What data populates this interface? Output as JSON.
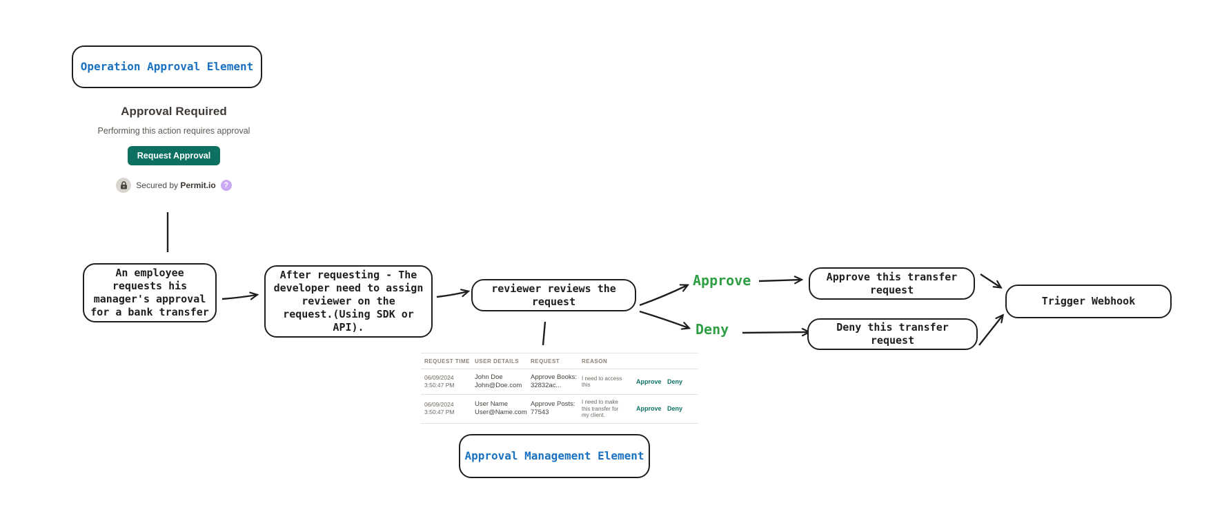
{
  "colors": {
    "accent_blue": "#1971c2",
    "accent_green": "#2f9e44",
    "stroke": "#1e1e1e",
    "button_teal": "#0d7061",
    "link_teal": "#0b7265",
    "help_purple": "#c9a9f2"
  },
  "labels": {
    "operation_element": "Operation Approval Element",
    "management_element": "Approval Management Element"
  },
  "widget": {
    "title": "Approval Required",
    "subtitle": "Performing this action requires approval",
    "button_label": "Request Approval",
    "secured_prefix": "Secured by",
    "secured_brand": "Permit.io",
    "help_glyph": "?"
  },
  "flow": {
    "box_employee": "An employee\nrequests his\nmanager's approval\nfor a bank transfer",
    "box_developer": "After requesting - The\ndeveloper need to assign\nreviewer on the\nrequest.(Using SDK or\nAPI).",
    "box_reviewer": "reviewer reviews the\nrequest",
    "label_approve": "Approve",
    "label_deny": "Deny",
    "box_approve": "Approve this transfer\nrequest",
    "box_deny": "Deny this transfer\nrequest",
    "box_webhook": "Trigger Webhook"
  },
  "table": {
    "headers": [
      "REQUEST TIME",
      "USER DETAILS",
      "REQUEST",
      "REASON"
    ],
    "rows": [
      {
        "time": "06/09/2024\n3:50:47 PM",
        "user": "John Doe\nJohn@Doe.com",
        "request": "Approve Books:\n32832ac...",
        "reason": "I need to access\nthis",
        "approve": "Approve",
        "deny": "Deny"
      },
      {
        "time": "06/09/2024\n3:50:47 PM",
        "user": "User Name\nUser@Name.com",
        "request": "Approve Posts:\n77543",
        "reason": "I need to make\nthis transfer for\nmy client.",
        "approve": "Approve",
        "deny": "Deny"
      }
    ]
  }
}
